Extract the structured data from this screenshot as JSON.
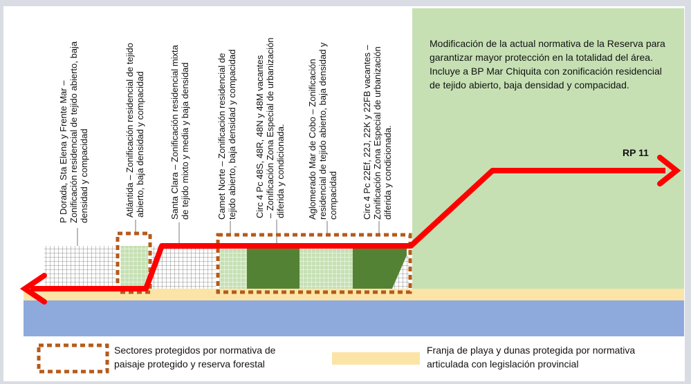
{
  "reserve": {
    "description": "Modificación de la actual normativa de la Reserva para garantizar mayor protección en la totalidad del área. Incluye a BP Mar Chiquita con zonificación residencial de tejido abierto, baja densidad y compacidad."
  },
  "route": {
    "label": "RP 11"
  },
  "sectors": [
    {
      "line1": "P Dorada, Sta Elena y Frente Mar –",
      "line2": "Zonificación residencial de tejido abierto, baja",
      "line3": "densidad y compacidad"
    },
    {
      "line1": "Atlántida – Zonificación residencial de tejido",
      "line2": "abierto, baja densidad y compacidad",
      "line3": ""
    },
    {
      "line1": "Santa Clara – Zonificación residencial mixta",
      "line2": "de tejido mixto y media y baja densidad",
      "line3": ""
    },
    {
      "line1": "Camet Norte – Zonificación residencial de",
      "line2": "tejido abierto, baja densidad y compacidad",
      "line3": ""
    },
    {
      "line1": "Circ 4  Pc 48S, 48R, 48N y 48M vacantes",
      "line2": "– Zonificación Zona Especial de urbanización",
      "line3": "diferida y condicionada."
    },
    {
      "line1": "Aglomerado Mar de Cobo – Zonificación",
      "line2": "residencial de tejido abierto, baja densidad y",
      "line3": "compacidad"
    },
    {
      "line1": "Circ 4  Pc 22Ef, 22J, 22K y 22FB vacantes –",
      "line2": "Zonificación Zona Especial de urbanización",
      "line3": "diferida y condicionada."
    }
  ],
  "legend": {
    "protected_line1": "Sectores protegidos por normativa de",
    "protected_line2": "paisaje protegido y reserva forestal",
    "beach_line1": "Franja de playa y dunas protegida por normativa",
    "beach_line2": "articulada con legislación provincial"
  },
  "colors": {
    "reserve": "#c6e0b4",
    "beach": "#fbe4a6",
    "sea": "#8ea9db",
    "dark_green": "#548235",
    "light_green": "#c6e0b4",
    "route": "#ff0000",
    "protected_border": "#b65a1a"
  }
}
